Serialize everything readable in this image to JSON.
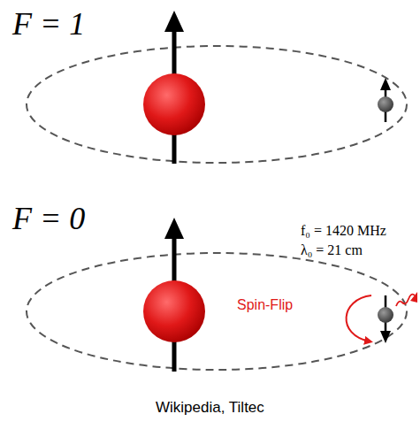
{
  "diagram": {
    "caption": "Wikipedia, Tiltec",
    "labels": [
      "F = 1",
      "F = 0",
      "f₀ = 1420 MHz",
      "λ₀ = 21 cm",
      "Spin-Flip"
    ]
  }
}
